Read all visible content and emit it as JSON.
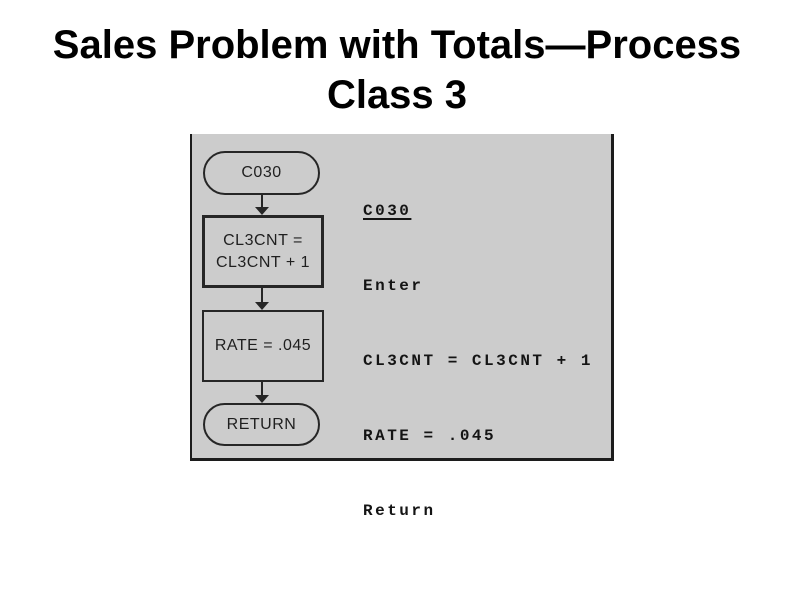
{
  "slide": {
    "title_line1": "Sales Problem with Totals—Process",
    "title_line2": "Class 3"
  },
  "flowchart": {
    "node_c030": {
      "label": "C030"
    },
    "node_cl3cnt": {
      "line1": "CL3CNT =",
      "line2": "CL3CNT + 1"
    },
    "node_rate": {
      "label": "RATE = .045"
    },
    "node_return": {
      "label": "RETURN"
    }
  },
  "pseudocode": {
    "lines": [
      "C030",
      "Enter",
      "CL3CNT = CL3CNT + 1",
      "RATE = .045",
      "Return"
    ]
  },
  "colors": {
    "panel_bg": "#cccccc",
    "line": "#1c1c1c",
    "title_text": "#000000"
  }
}
